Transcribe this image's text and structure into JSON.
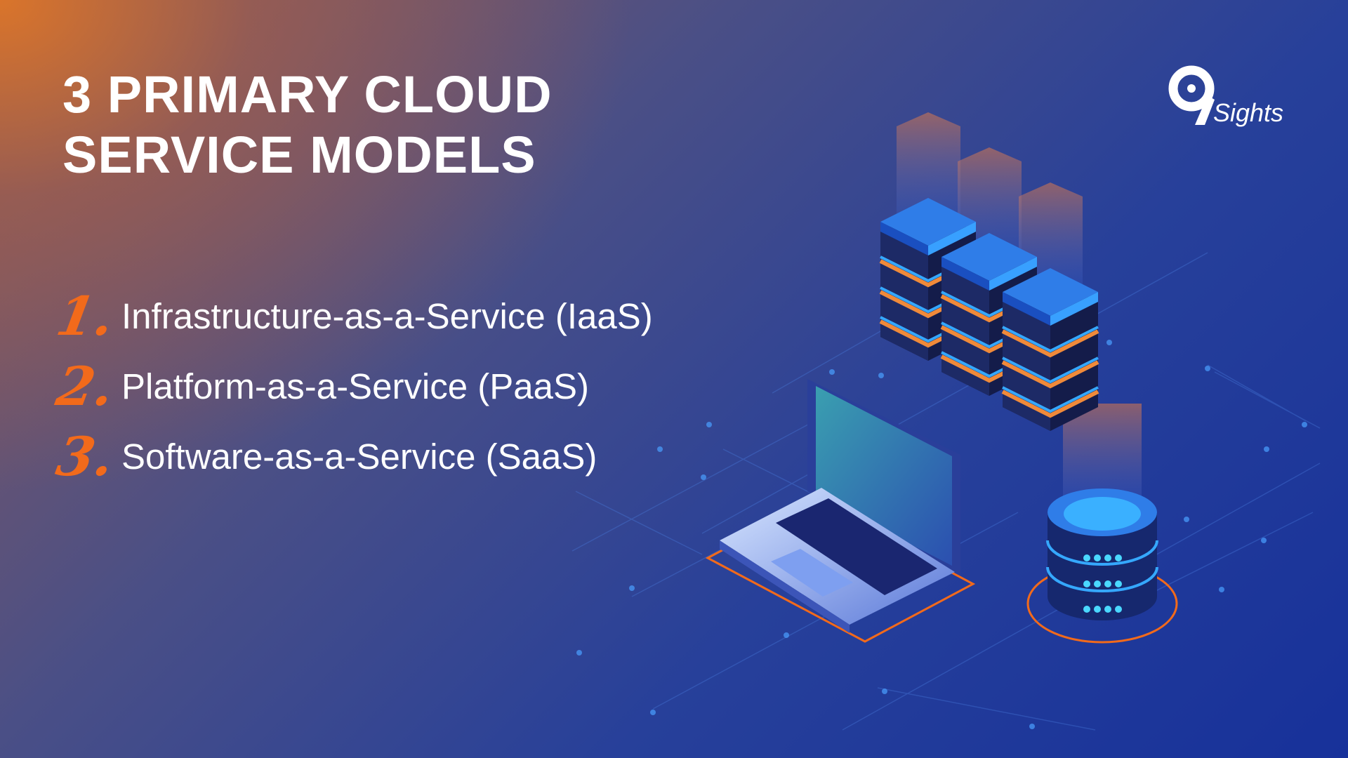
{
  "title": {
    "line1": "3 PRIMARY CLOUD",
    "line2": "SERVICE MODELS"
  },
  "list": [
    {
      "number": "1.",
      "label": "Infrastructure-as-a-Service (IaaS)"
    },
    {
      "number": "2.",
      "label": "Platform-as-a-Service (PaaS)"
    },
    {
      "number": "3.",
      "label": "Software-as-a-Service (SaaS)"
    }
  ],
  "logo": {
    "mark": "9",
    "text": "Sights"
  },
  "colors": {
    "accent": "#f26a1b",
    "background_blue": "#17319a",
    "background_orange": "#de7628"
  }
}
